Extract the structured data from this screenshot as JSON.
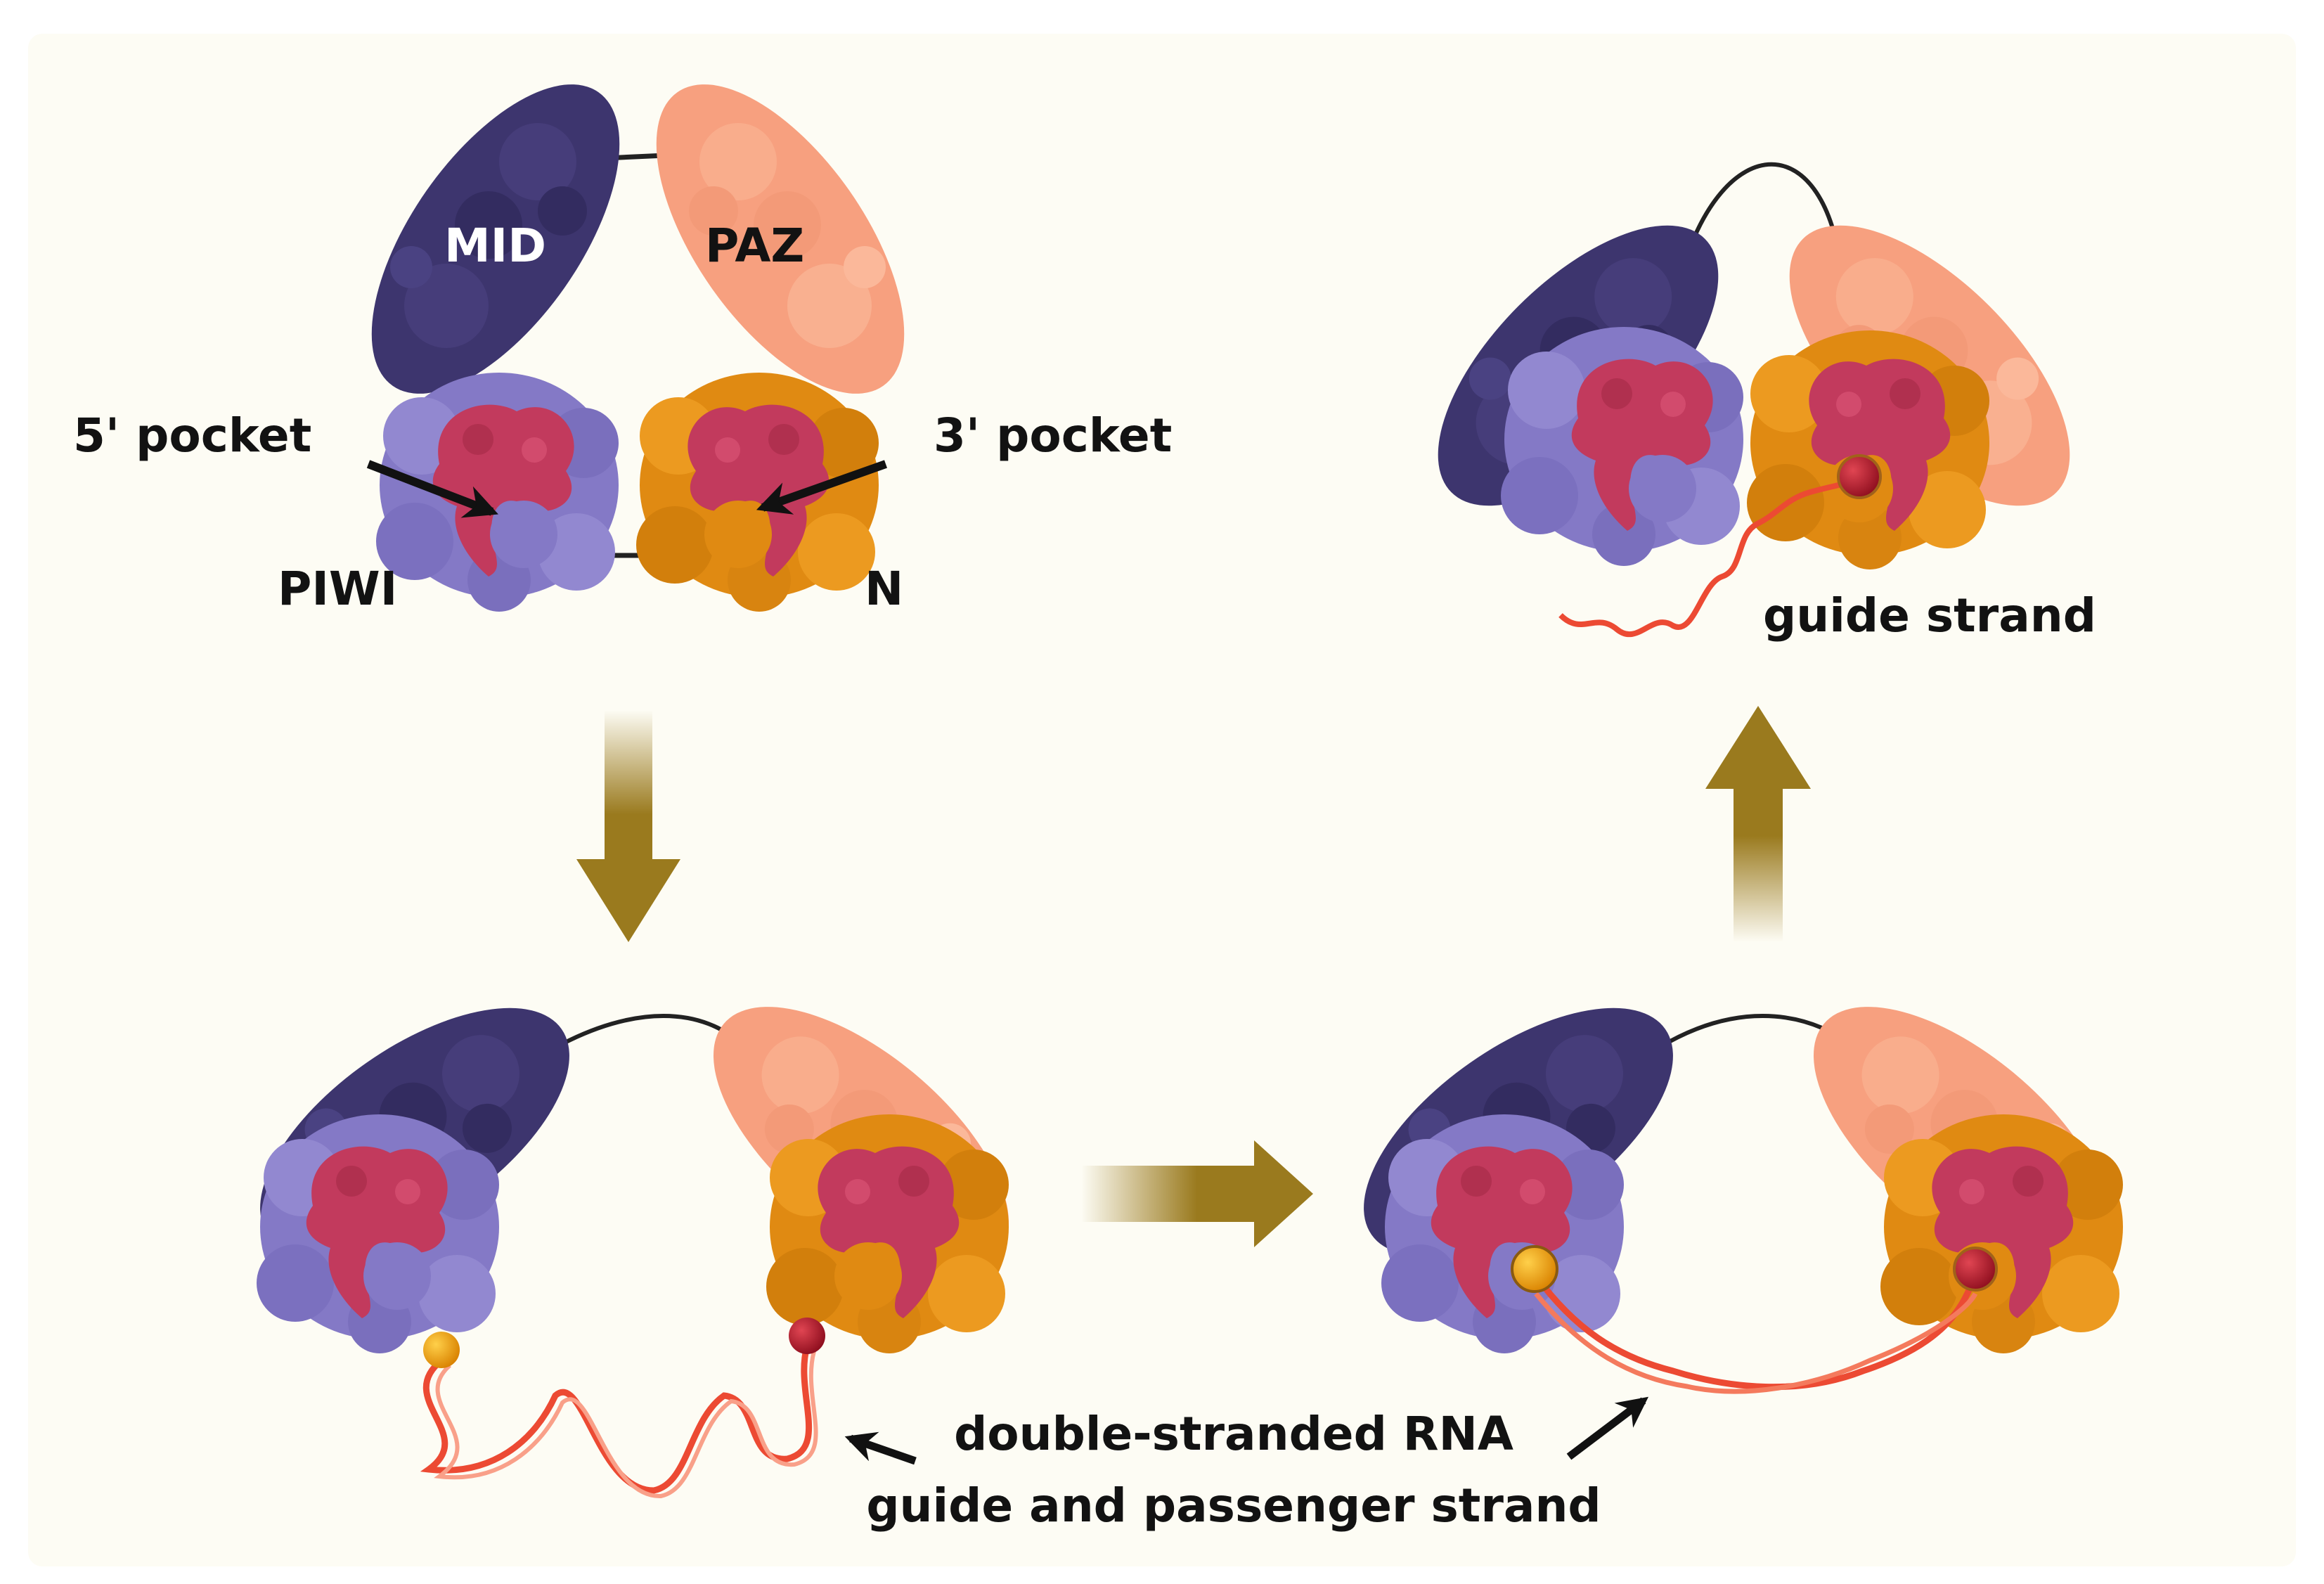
{
  "labels": {
    "mid": "MID",
    "paz": "PAZ",
    "piwi": "PIWI",
    "n": "N",
    "pocket_5": "5' pocket",
    "pocket_3": "3' pocket",
    "guide_strand": "guide strand",
    "dsrna_line1": "double-stranded RNA",
    "dsrna_line2": "guide and passenger strand"
  },
  "colors": {
    "background": "#fdfcf4",
    "mid": "#3d356e",
    "paz": "#f7a07f",
    "piwi": "#8479c6",
    "n_domain": "#e08a12",
    "pocket": "#c23a5d",
    "rna": "#ec4a33",
    "five_prime_bead": "#f0a000",
    "three_prime_bead": "#b8172a",
    "process_arrow": "#9a7a1e",
    "linker": "#222222"
  },
  "icons": {
    "step_arrow": "block-arrow",
    "pointer": "line-arrow",
    "rna": "wavy-strand"
  }
}
